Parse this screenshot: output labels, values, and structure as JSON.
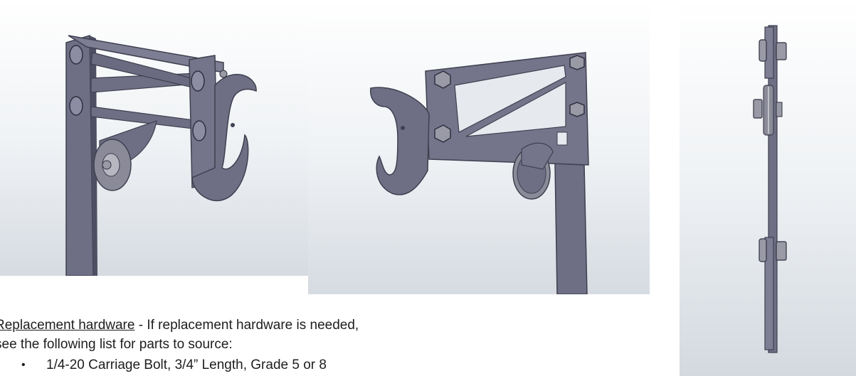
{
  "colors": {
    "metal": "#6e6f84",
    "metal_light": "#8c8da3",
    "metal_dark": "#3f4050",
    "hardware": "#9a9aa6",
    "background_top": "#ffffff",
    "background_bottom": "#d8dde3"
  },
  "figures": [
    {
      "name": "front-isometric-view",
      "icon": "hook-bracket-render"
    },
    {
      "name": "rear-isometric-view",
      "icon": "hook-bracket-render"
    },
    {
      "name": "side-view",
      "icon": "hook-bracket-side-render"
    }
  ],
  "document": {
    "heading_underlined": "Replacement hardware",
    "heading_rest": " - If replacement hardware is needed,",
    "line2": "see the following list for parts to source:",
    "bullets": [
      {
        "symbol": "•",
        "text": "1/4-20 Carriage Bolt, 3/4” Length, Grade 5 or 8"
      }
    ]
  }
}
